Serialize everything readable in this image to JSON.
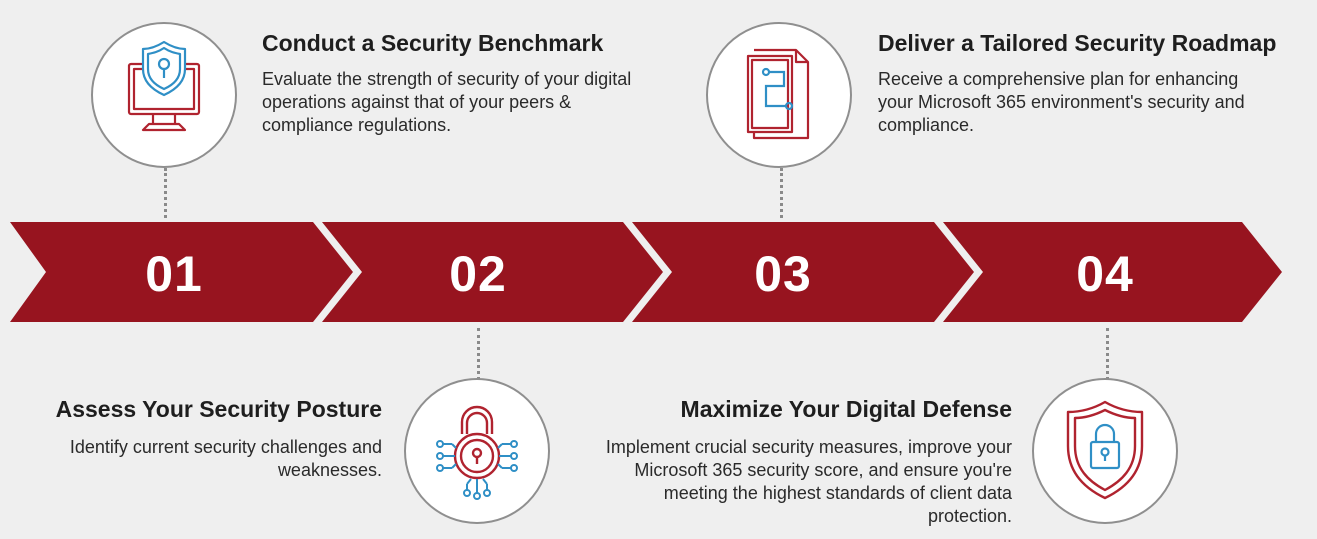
{
  "colors": {
    "band": "#97141f",
    "icon_red": "#b0232f",
    "icon_blue": "#2f8fc6",
    "background": "#efefef"
  },
  "steps": [
    {
      "number": "01",
      "title": "Conduct a Security Benchmark",
      "description": "Evaluate the strength of security of your digital operations against that of your peers & compliance regulations.",
      "icon": "monitor-shield-icon"
    },
    {
      "number": "02",
      "title": "Assess Your Security Posture",
      "description": "Identify current security challenges and weaknesses.",
      "icon": "circuit-padlock-icon"
    },
    {
      "number": "03",
      "title": "Deliver a Tailored Security Roadmap",
      "description": "Receive a comprehensive plan for enhancing your Microsoft 365 environment's security and compliance.",
      "icon": "document-roadmap-icon"
    },
    {
      "number": "04",
      "title": "Maximize Your Digital Defense",
      "description": "Implement crucial security measures, improve your Microsoft 365 security score, and ensure you're meeting the highest standards of client data protection.",
      "icon": "shield-lock-icon"
    }
  ]
}
